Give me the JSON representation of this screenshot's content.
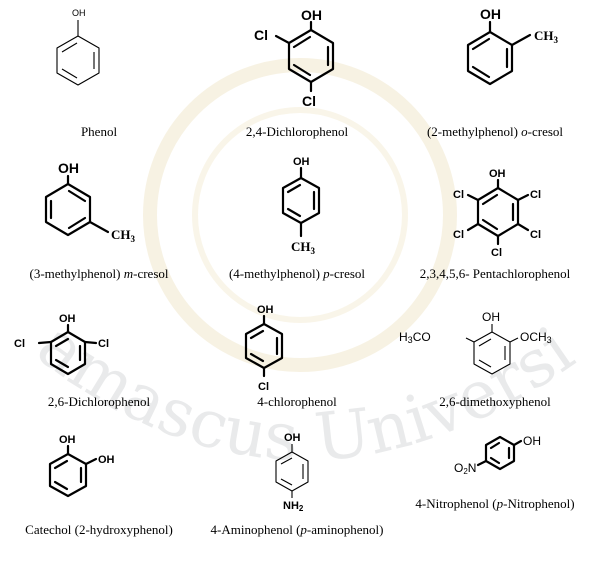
{
  "watermark": "Damascus University",
  "labels": {
    "OH": "OH",
    "Cl": "Cl",
    "CH3": "CH",
    "CH3_sub": "3",
    "H3CO": "H",
    "H3CO_sub": "3",
    "H3CO_tail": "CO",
    "OCH3": "OCH",
    "OCH3_sub": "3",
    "NH2": "NH",
    "NH2_sub": "2",
    "O2N": "O",
    "O2N_sub": "2",
    "O2N_tail": "N"
  },
  "compounds": [
    {
      "caption": "Phenol"
    },
    {
      "caption": "2,4-Dichlorophenol"
    },
    {
      "caption_pre": "(2-methylphenol) ",
      "caption_it": "o",
      "caption_post": "-cresol"
    },
    {
      "caption_pre": "(3-methylphenol) ",
      "caption_it": "m",
      "caption_post": "-cresol"
    },
    {
      "caption_pre": "(4-methylphenol) ",
      "caption_it": "p",
      "caption_post": "-cresol"
    },
    {
      "caption": "2,3,4,5,6- Pentachlorophenol"
    },
    {
      "caption": "2,6-Dichlorophenol"
    },
    {
      "caption": "4-chlorophenol"
    },
    {
      "caption": "2,6-dimethoxyphenol"
    },
    {
      "caption": "Catechol (2-hydroxyphenol)"
    },
    {
      "caption_pre": "4-Aminophenol (",
      "caption_it": "p",
      "caption_post": "-aminophenol)"
    },
    {
      "caption_pre": "4-Nitrophenol (",
      "caption_it": "p",
      "caption_post": "-Nitrophenol)"
    }
  ]
}
